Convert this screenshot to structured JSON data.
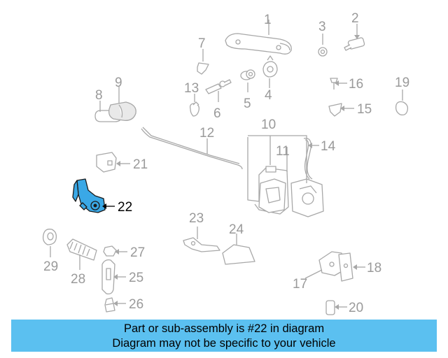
{
  "diagram": {
    "highlight_color": "#3aa8e6",
    "highlighted_part": "22",
    "labels": {
      "p1": "1",
      "p2": "2",
      "p3": "3",
      "p4": "4",
      "p5": "5",
      "p6": "6",
      "p7": "7",
      "p8": "8",
      "p9": "9",
      "p10": "10",
      "p11": "11",
      "p12": "12",
      "p13": "13",
      "p14": "14",
      "p15": "15",
      "p16": "16",
      "p17": "17",
      "p18": "18",
      "p19": "19",
      "p20": "20",
      "p21": "21",
      "p22": "22",
      "p23": "23",
      "p24": "24",
      "p25": "25",
      "p26": "26",
      "p27": "27",
      "p28": "28",
      "p29": "29"
    }
  },
  "banner": {
    "color": "#5bc0f0",
    "line1": "Part or sub-assembly is #22 in diagram",
    "line2": "Diagram may not be specific to your vehicle"
  }
}
